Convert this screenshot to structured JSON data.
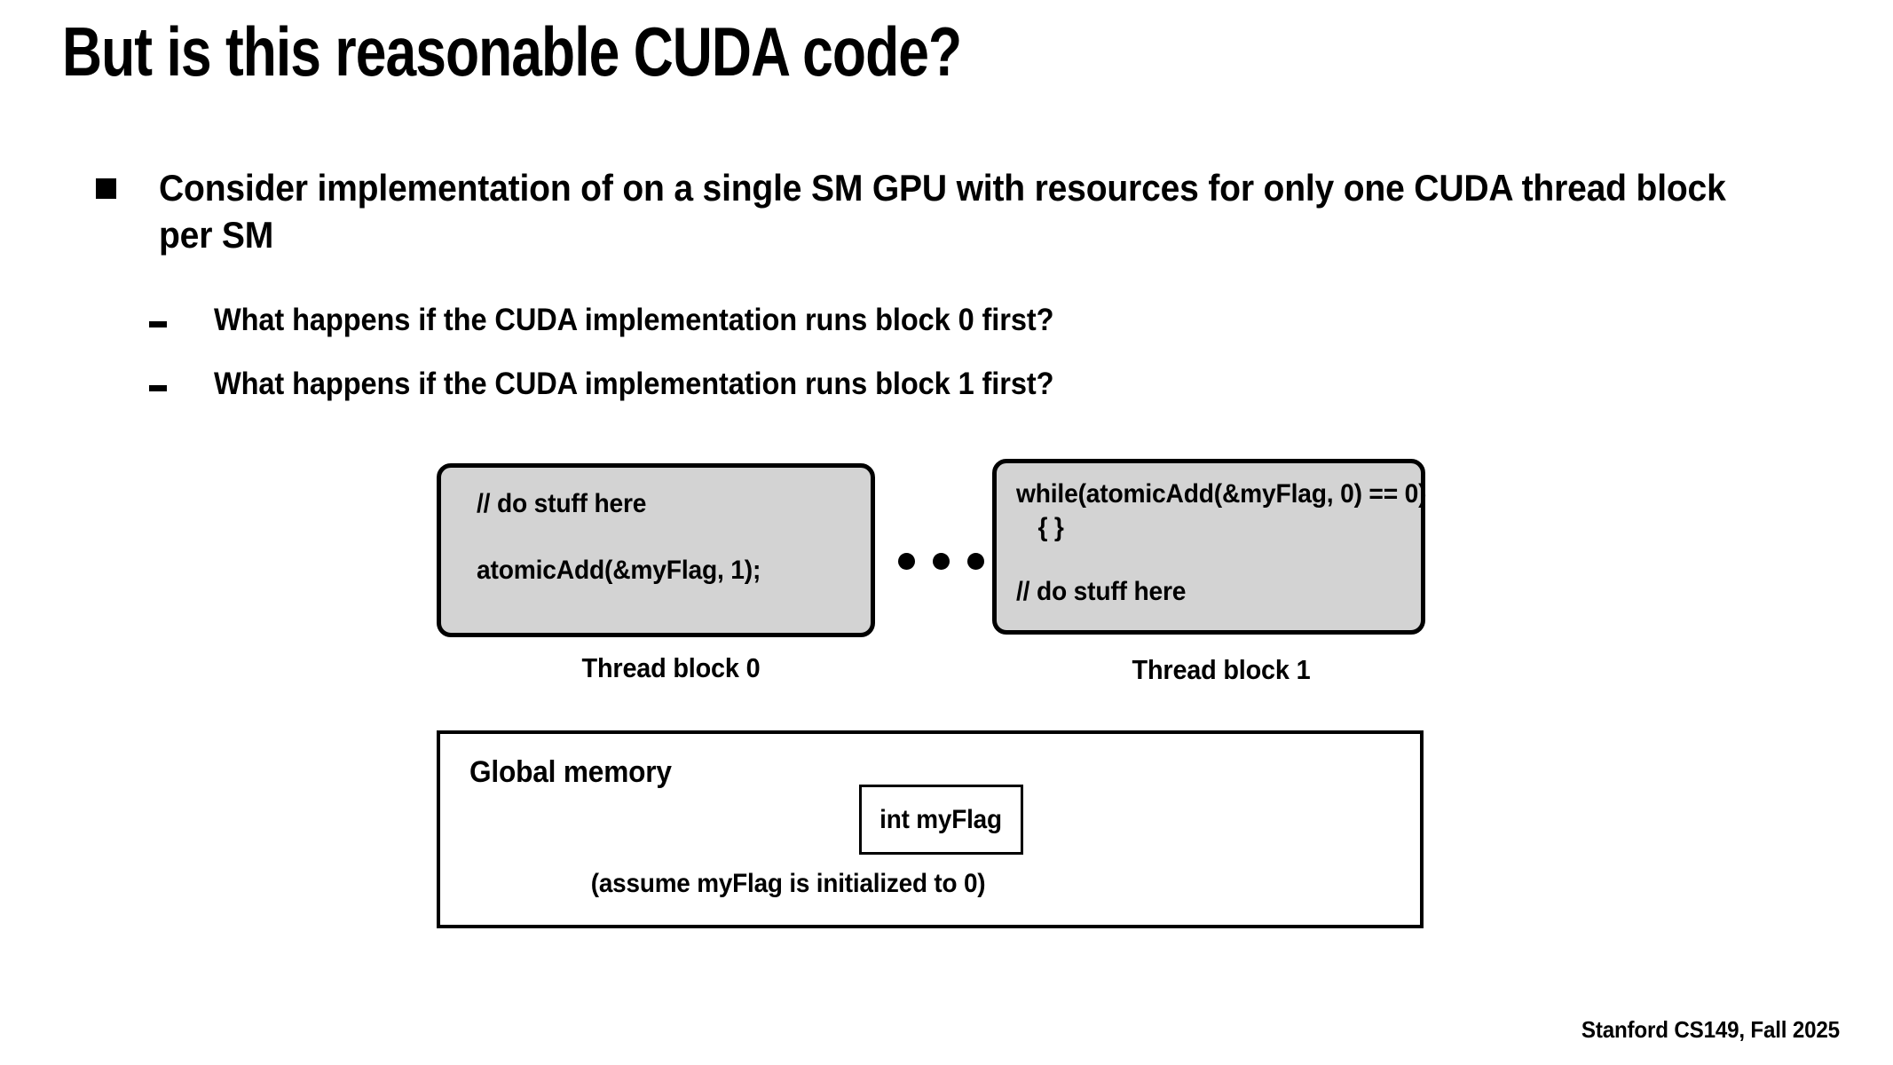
{
  "slide": {
    "title": "But is this reasonable CUDA code?",
    "footer": "Stanford CS149, Fall 2025",
    "background_color": "#ffffff",
    "text_color": "#000000"
  },
  "bullets": {
    "main": {
      "marker": "square-bullet",
      "text": "Consider implementation of on a single SM GPU with resources for only one CUDA thread block per SM"
    },
    "sub": [
      {
        "marker": "dash-bullet",
        "text": "What happens if the CUDA implementation runs block 0 first?"
      },
      {
        "marker": "dash-bullet",
        "text": "What happens if the CUDA implementation runs block 1 first?"
      }
    ]
  },
  "diagram": {
    "fill_color": "#d3d3d3",
    "border_color": "#000000",
    "ellipsis": "• • •",
    "blocks": [
      {
        "caption": "Thread block 0",
        "code": [
          "// do stuff here",
          "atomicAdd(&myFlag, 1);"
        ]
      },
      {
        "caption": "Thread block 1",
        "code": [
          "while(atomicAdd(&myFlag, 0) == 0)",
          "{ }",
          "// do stuff here"
        ]
      }
    ],
    "global_memory": {
      "label": "Global memory",
      "variable": "int myFlag",
      "note": "(assume myFlag is initialized to 0)"
    }
  }
}
